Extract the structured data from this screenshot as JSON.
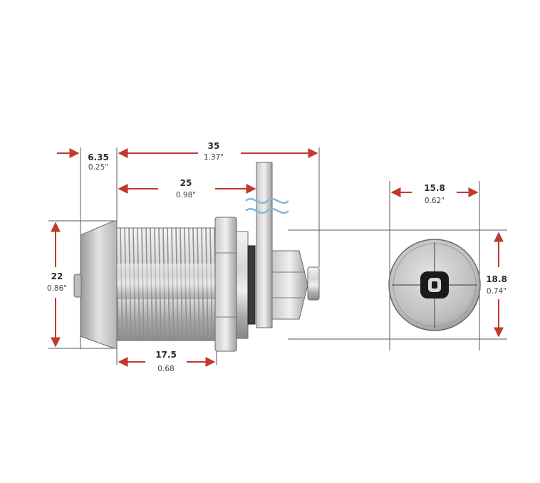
{
  "dimensions": {
    "head_thickness": {
      "mm": "6.35",
      "in": "0.25\""
    },
    "overall_length": {
      "mm": "35",
      "in": "1.37\""
    },
    "body_length": {
      "mm": "25",
      "in": "0.98\""
    },
    "head_diameter": {
      "mm": "22",
      "in": "0.86\""
    },
    "thread_length": {
      "mm": "17.5",
      "in": "0.68"
    },
    "face_width": {
      "mm": "15.8",
      "in": "0.62\""
    },
    "face_height": {
      "mm": "18.8",
      "in": "0.74\""
    }
  },
  "colors": {
    "dimension_arrow": "#c0392b",
    "wave_symbol": "#7fb8e0",
    "line": "#5a5a5a"
  }
}
